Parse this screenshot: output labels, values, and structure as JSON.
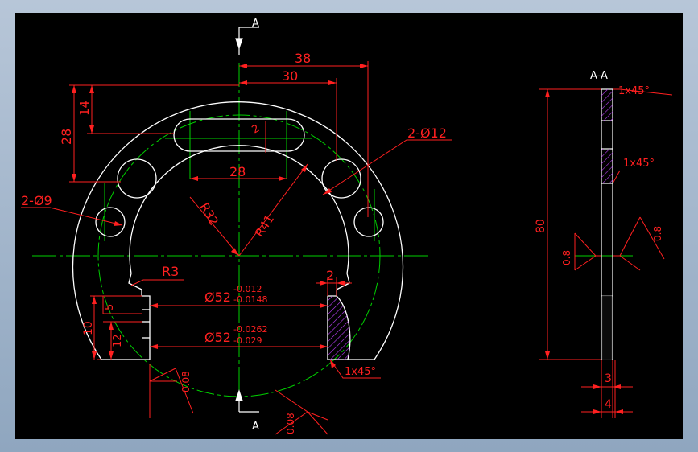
{
  "colors": {
    "background": "#000000",
    "outline": "#ffffff",
    "dimension": "#ff2020",
    "centerline": "#00d000",
    "hatch": "#c040ff"
  },
  "section": {
    "top_label": "A",
    "bottom_label": "A",
    "view_title": "A-A"
  },
  "dims": {
    "d38": "38",
    "d30": "30",
    "d14": "14",
    "d28_left": "28",
    "d28_slot": "28",
    "d2_slot": "2",
    "d2_holes_12": "2-Ø12",
    "d2_holes_9": "2-Ø9",
    "r32": "R32",
    "r41": "R41",
    "r3": "R3",
    "fit1_main": "Ø52",
    "fit1_upper": "-0.012",
    "fit1_lower": "-0.0148",
    "fit2_main": "Ø52",
    "fit2_upper": "-0.0262",
    "fit2_lower": "-0.029",
    "d5": "5",
    "d10": "10",
    "d12": "12",
    "d2_jaw": "2",
    "chamfer_front": "1x45°",
    "rough_a": "0.08",
    "rough_b": "0.08",
    "side_chamfer_top": "1x45°",
    "side_chamfer_mid": "1x45°",
    "side_80": "80",
    "side_rough_left": "0.8",
    "side_rough_right": "0.8",
    "side_3": "3",
    "side_4": "4"
  }
}
